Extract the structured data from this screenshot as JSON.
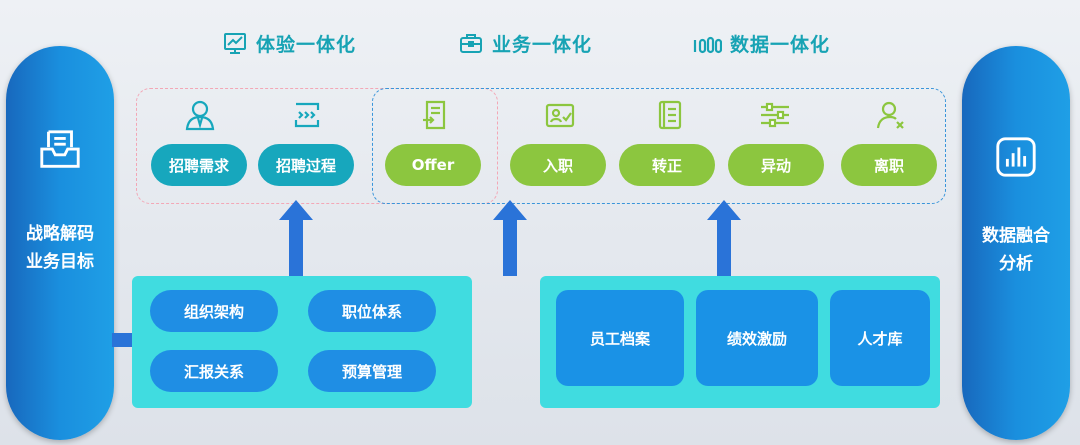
{
  "header": {
    "categories": [
      {
        "label": "体验一体化",
        "icon": "chart-board-icon"
      },
      {
        "label": "业务一体化",
        "icon": "briefcase-icon"
      },
      {
        "label": "数据一体化",
        "icon": "data-bars-icon"
      }
    ]
  },
  "left_pillar": {
    "line1": "战略解码",
    "line2": "业务目标",
    "icon": "inbox-tray-icon"
  },
  "right_pillar": {
    "line1": "数据融合",
    "line2": "分析",
    "icon": "bar-chart-icon"
  },
  "stages": [
    {
      "label": "招聘需求",
      "icon": "recruiter-icon",
      "color": "#17a7bd"
    },
    {
      "label": "招聘过程",
      "icon": "process-arrows-icon",
      "color": "#17a7bd"
    },
    {
      "label": "Offer",
      "icon": "document-arrow-icon",
      "color": "#8cc63f"
    },
    {
      "label": "入职",
      "icon": "id-card-icon",
      "color": "#8cc63f"
    },
    {
      "label": "转正",
      "icon": "notebook-icon",
      "color": "#8cc63f"
    },
    {
      "label": "异动",
      "icon": "sliders-icon",
      "color": "#8cc63f"
    },
    {
      "label": "离职",
      "icon": "user-remove-icon",
      "color": "#8cc63f"
    }
  ],
  "foundation_left": [
    "组织架构",
    "职位体系",
    "汇报关系",
    "预算管理"
  ],
  "foundation_right": [
    "员工档案",
    "绩效激励",
    "人才库"
  ],
  "colors": {
    "teal": "#17a7bd",
    "green": "#8cc63f",
    "blue": "#1a8fde",
    "cyan_box": "#40dce0",
    "header_text": "#17a3b4"
  }
}
